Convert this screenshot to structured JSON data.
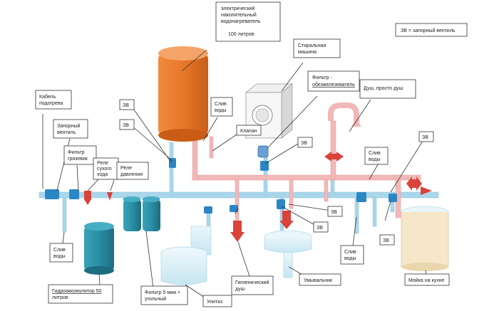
{
  "legend": "ЗВ = запорный вентиль",
  "heater": {
    "lines": [
      "электрический",
      "накопительный",
      "водонагреватель",
      "",
      "100 литров"
    ]
  },
  "washer": {
    "lines": [
      "Стиральная",
      "машина"
    ]
  },
  "filter_desc": {
    "lines": [
      "Фильтр -",
      "обезжелезеватель"
    ]
  },
  "shower": {
    "lines": [
      "Душ, просто душ"
    ]
  },
  "cable": {
    "lines": [
      "Кабель",
      "подогрева"
    ]
  },
  "main_valve": {
    "lines": [
      "Запорный",
      "вентиль"
    ]
  },
  "mud_filter": {
    "lines": [
      "Фильтр",
      "грязевик"
    ]
  },
  "dry_relay": {
    "lines": [
      "Реле",
      "сухого",
      "хода"
    ]
  },
  "pressure_relay": {
    "lines": [
      "Реле",
      "давления"
    ]
  },
  "drain_heater": {
    "lines": [
      "Слив",
      "воды"
    ]
  },
  "valve_label": "Клапан",
  "zv": "ЗВ",
  "drain_left": {
    "lines": [
      "Слив",
      "воды"
    ]
  },
  "drain_right": {
    "lines": [
      "Слив",
      "воды"
    ]
  },
  "drain_bottom": {
    "lines": [
      "Слив",
      "воды"
    ]
  },
  "accumulator": {
    "lines": [
      "Гидроаккумулятор 50",
      "литров"
    ]
  },
  "filter5": {
    "lines": [
      "Фильтр 5 мкм +",
      "угольный"
    ]
  },
  "toilet": "Унитаз",
  "hyg_shower": {
    "lines": [
      "Гигиенический",
      "душ"
    ]
  },
  "sink": "Умывальник",
  "kitchen": "Мойка на кухне",
  "colors": {
    "cold_pipe": "#a9d6ea",
    "hot_pipe": "#f2b8b8",
    "tank_orange": "#e8772a",
    "tank_teal": "#2a8ea4",
    "valve_red": "#d9433a",
    "valve_blue": "#2b86c5"
  }
}
